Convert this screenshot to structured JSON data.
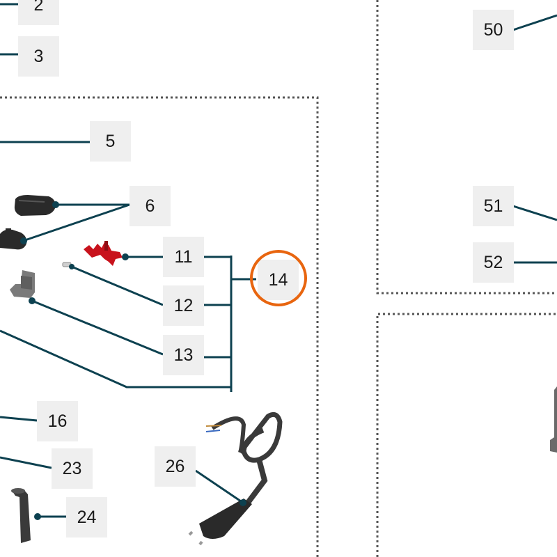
{
  "colors": {
    "leader_line": "#0d4150",
    "dot": "#0d4150",
    "label_bg": "#efefef",
    "highlight": "#e8650f",
    "frame": "#555555",
    "part_dark": "#2a2a2a",
    "part_red": "#c8121c",
    "part_grey": "#7a7a7a"
  },
  "labels": {
    "n2": "2",
    "n3": "3",
    "n5": "5",
    "n6": "6",
    "n11": "11",
    "n12": "12",
    "n13": "13",
    "n14": "14",
    "n16": "16",
    "n23": "23",
    "n24": "24",
    "n26": "26",
    "n50": "50",
    "n51": "51",
    "n52": "52"
  },
  "highlighted_label": "14"
}
